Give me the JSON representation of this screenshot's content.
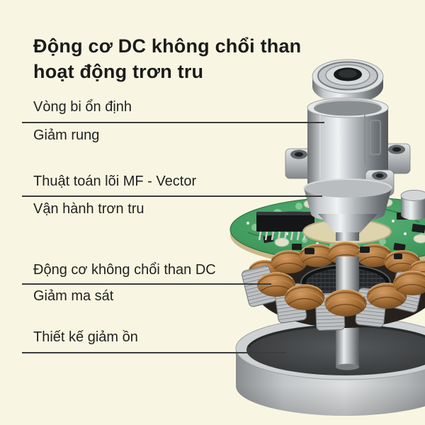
{
  "colors": {
    "background": "#f8f6e2",
    "title_text": "#1b1b1b",
    "label_text": "#222222",
    "leader_line": "#3c3c3c",
    "pcb_green": "#419a5e",
    "copper_winding": "#a26c34",
    "metal_gray": "#c6cacc"
  },
  "title": {
    "line1": "Động cơ DC không chổi than",
    "line2": "hoạt động trơn tru"
  },
  "callouts": [
    {
      "label": "Vòng bi ổn định",
      "sublabel": "Giảm rung"
    },
    {
      "label": "Thuật toán lõi MF - Vector",
      "sublabel": "Vận hành trơn tru"
    },
    {
      "label": "Động cơ không chổi than DC",
      "sublabel": "Giảm ma sát"
    },
    {
      "label": "Thiết kế giảm ồn"
    }
  ],
  "illustration": {
    "parts": [
      "ball-bearing",
      "motor-mount-bracket",
      "controller-pcb",
      "drive-shaft",
      "stator-windings",
      "housing-cup"
    ]
  }
}
